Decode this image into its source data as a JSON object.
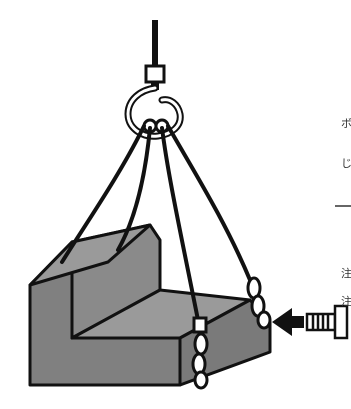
{
  "margin_text": {
    "fragments": [
      "ボ",
      "じ",
      "注",
      "注"
    ]
  },
  "colors": {
    "block_body": "#808080",
    "block_top": "#9a9a9a",
    "line": "#111111",
    "bolt": "#ffffff"
  },
  "icons": {
    "arrow": "arrow-left-icon",
    "bolt": "eye-bolt-icon",
    "hook": "crane-hook-icon"
  }
}
